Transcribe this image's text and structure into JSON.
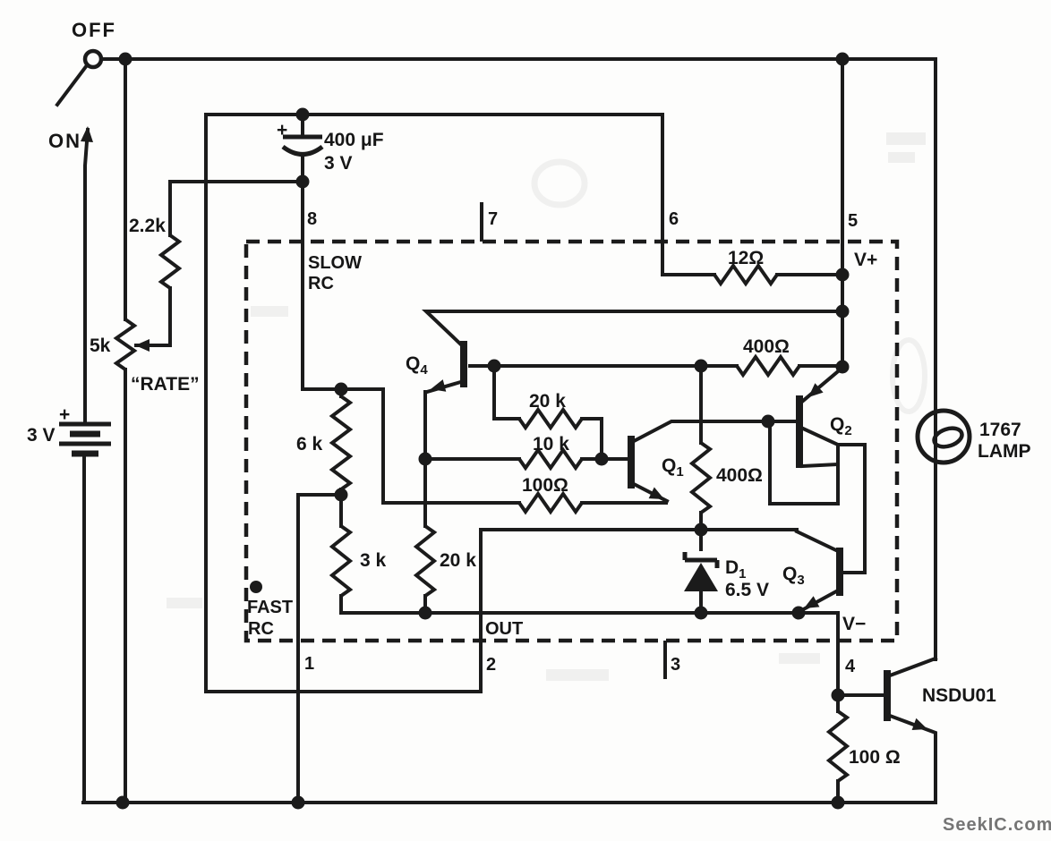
{
  "watermark": "SeekIC.com",
  "power": {
    "off_label": "OFF",
    "on_label": "ON",
    "battery_voltage": "3 V",
    "battery_polarity": "+"
  },
  "rc_network": {
    "pot_value": "5k",
    "pot_name": "“RATE”",
    "r22k_value": "2.2k",
    "cap_value": "400 μF",
    "cap_voltage": "3 V",
    "cap_polarity": "+"
  },
  "ic": {
    "pins_top": [
      "8",
      "7",
      "6",
      "5"
    ],
    "pins_bottom": [
      "1",
      "2",
      "3",
      "4"
    ],
    "ports": {
      "slow_rc_line1": "SLOW",
      "slow_rc_line2": "RC",
      "fast_rc_line1": "FAST",
      "fast_rc_line2": "RC",
      "out": "OUT",
      "v_plus": "V+",
      "v_minus": "V−"
    },
    "resistors": {
      "r12": "12Ω",
      "r400_top": "400Ω",
      "r400_mid": "400Ω",
      "r20k_upper": "20 k",
      "r10k": "10 k",
      "r100_mid": "100Ω",
      "r6k": "6 k",
      "r3k": "3 k",
      "r20k_lower": "20 k"
    },
    "transistors": {
      "q1": {
        "prefix": "Q",
        "sub": "1"
      },
      "q2": {
        "prefix": "Q",
        "sub": "2"
      },
      "q3": {
        "prefix": "Q",
        "sub": "3"
      },
      "q4": {
        "prefix": "Q",
        "sub": "4"
      }
    },
    "zener": {
      "prefix": "D",
      "sub": "1",
      "value": "6.5 V"
    }
  },
  "output_stage": {
    "transistor": "NSDU01",
    "r100_value": "100 Ω",
    "lamp_part": "1767",
    "lamp_label": "LAMP"
  }
}
